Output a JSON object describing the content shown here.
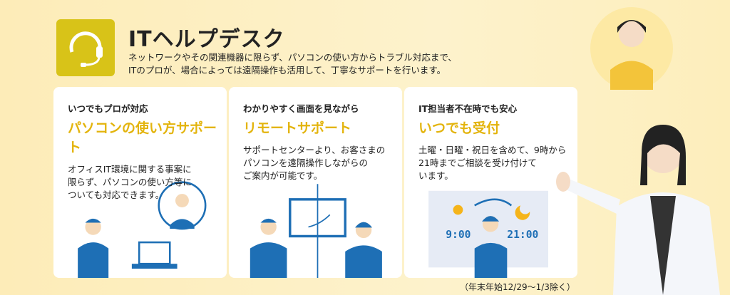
{
  "header": {
    "title": "ITヘルプデスク",
    "description": [
      "ネットワークやその関連機器に限らず、パソコンの使い方からトラブル対応まで、",
      "ITのプロが、場合によっては遠隔操作も活用して、丁寧なサポートを行います。"
    ],
    "icon": "headset-icon"
  },
  "cards": [
    {
      "sub": "いつでもプロが対応",
      "head": "パソコンの使い方サポート",
      "body": [
        "オフィスIT環境に関する事案に",
        "限らず、パソコンの使い方等に",
        "ついても対応できます。"
      ]
    },
    {
      "sub": "わかりやすく画面を見ながら",
      "head": "リモートサポート",
      "body": [
        "サポートセンターより、お客さまの",
        "パソコンを遠隔操作しながらの",
        "ご案内が可能です。"
      ]
    },
    {
      "sub": "IT担当者不在時でも安心",
      "head": "いつでも受付",
      "body": [
        "土曜・日曜・祝日を含めて、9時から",
        "21時までご相談を受け付けて",
        "います。"
      ],
      "time_start": "9:00",
      "time_end": "21:00"
    }
  ],
  "note": "（年末年始12/29〜1/3除く）",
  "colors": {
    "accent": "#e3b40d",
    "icon_bg": "#d8c318",
    "illustration": "#1e6fb5"
  }
}
